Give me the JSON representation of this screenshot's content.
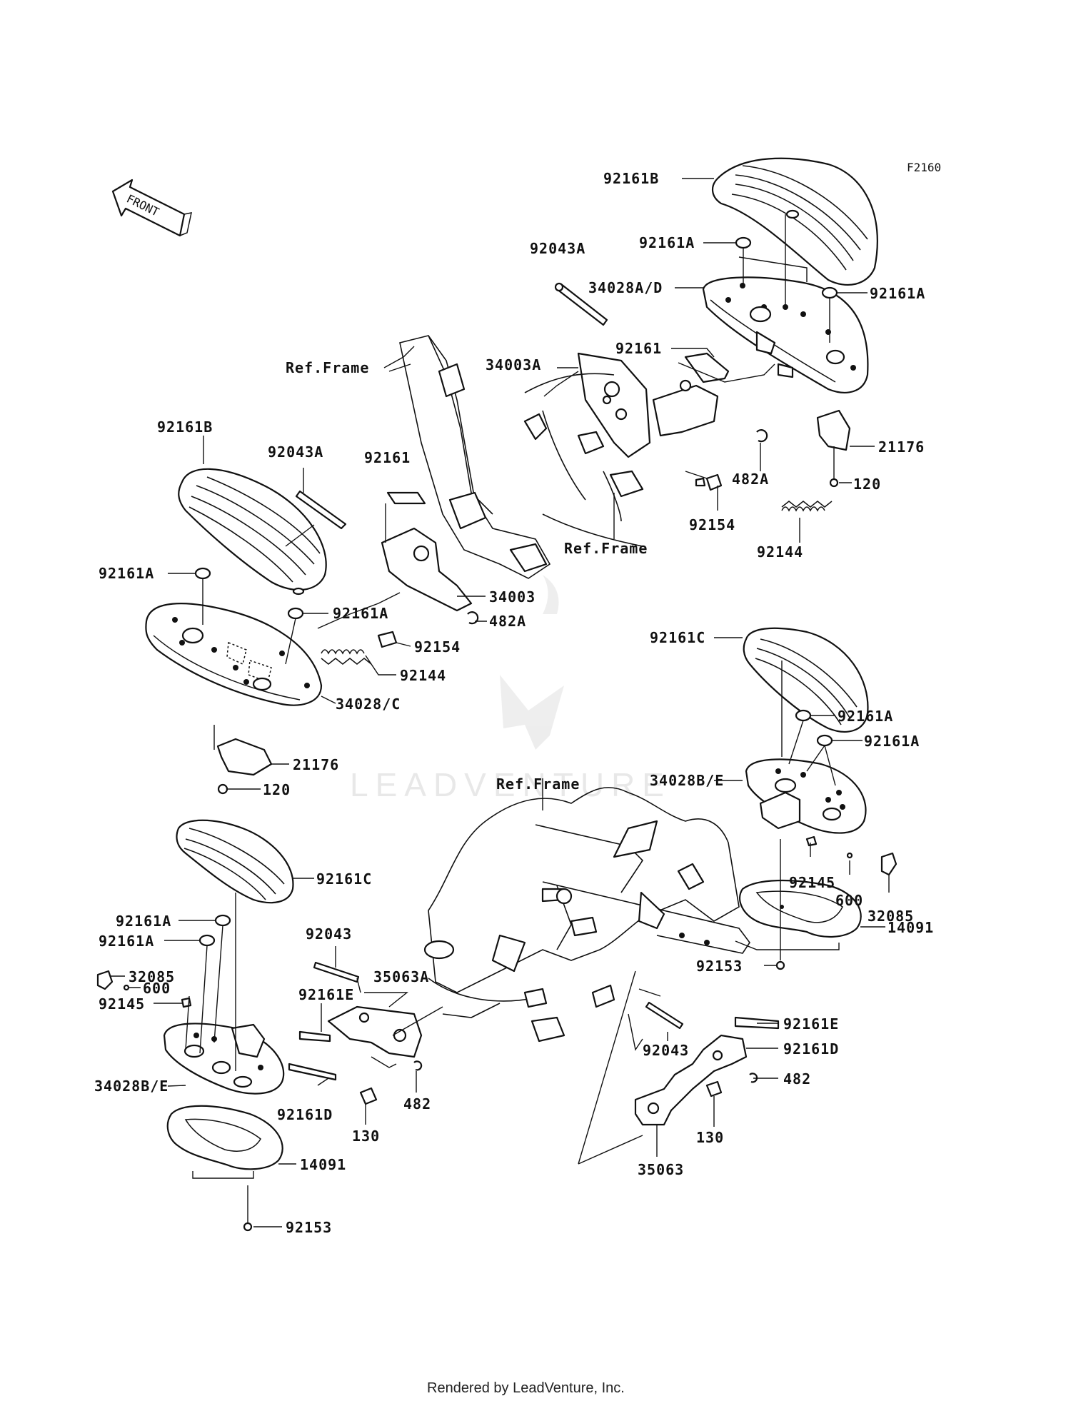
{
  "diagram_code": "F2160",
  "front_arrow_text": "FRONT",
  "watermark_text": "LEADVENTURE",
  "footer_text": "Rendered by LeadVenture, Inc.",
  "labels": {
    "l1": "92161B",
    "l2": "92043A",
    "l3": "92161A",
    "l4": "34028A/D",
    "l5": "92161A",
    "l6": "92161",
    "l7": "34003A",
    "l8": "Ref.Frame",
    "l9": "21176",
    "l10": "482A",
    "l11": "120",
    "l12": "92154",
    "l13": "92144",
    "l14": "Ref.Frame",
    "l15": "92161B",
    "l16": "92043A",
    "l17": "92161",
    "l18": "92161A",
    "l19": "92161A",
    "l20": "34003",
    "l21": "482A",
    "l22": "92154",
    "l23": "92144",
    "l24": "34028/C",
    "l25": "21176",
    "l26": "120",
    "l27": "92161C",
    "l28": "92161A",
    "l29": "92161A",
    "l30": "34028B/E",
    "l31": "Ref.Frame",
    "l32": "92145",
    "l33": "600",
    "l34": "32085",
    "l35": "14091",
    "l36": "92153",
    "l37": "92161C",
    "l38": "92161A",
    "l39": "92161A",
    "l40": "32085",
    "l41": "600",
    "l42": "92145",
    "l43": "34028B/E",
    "l44": "14091",
    "l45": "92153",
    "l46": "92043",
    "l47": "35063A",
    "l48": "92161E",
    "l49": "92161D",
    "l50": "130",
    "l51": "482",
    "l52": "92043",
    "l53": "92161E",
    "l54": "92161D",
    "l55": "482",
    "l56": "130",
    "l57": "35063"
  }
}
